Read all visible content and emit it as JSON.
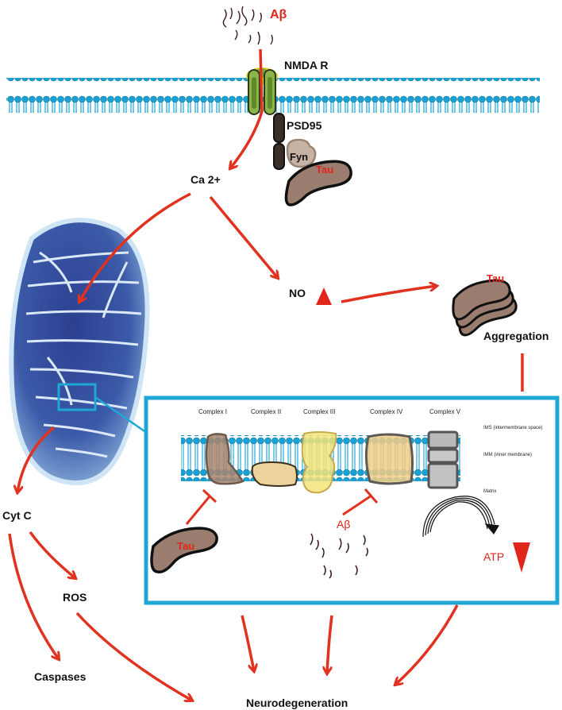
{
  "labels": {
    "abeta_top": "Aβ",
    "nmda": "NMDA R",
    "psd95": "PSD95",
    "fyn": "Fyn",
    "tau_top": "Tau",
    "ca": "Ca 2+",
    "no": "NO",
    "tau_agg": "Tau",
    "aggregation": "Aggregation",
    "cytc": "Cyt C",
    "ros": "ROS",
    "caspases": "Caspases",
    "neurodegeneration": "Neurodegeneration"
  },
  "inset": {
    "complexes": [
      "Complex I",
      "Complex II",
      "Complex III",
      "Complex IV",
      "Complex V"
    ],
    "ims": "IMS (intermembrane space)",
    "imm": "IMM (inner membrane)",
    "matrix": "Matrix",
    "tau": "Tau",
    "abeta": "Aβ",
    "atp": "ATP"
  },
  "colors": {
    "arrow": "#e0321f",
    "membrane": "#1aa3d6",
    "inset_border": "#1ea7d6",
    "tau_fill": "#9b7d70",
    "mito": "#3d5ea8"
  }
}
